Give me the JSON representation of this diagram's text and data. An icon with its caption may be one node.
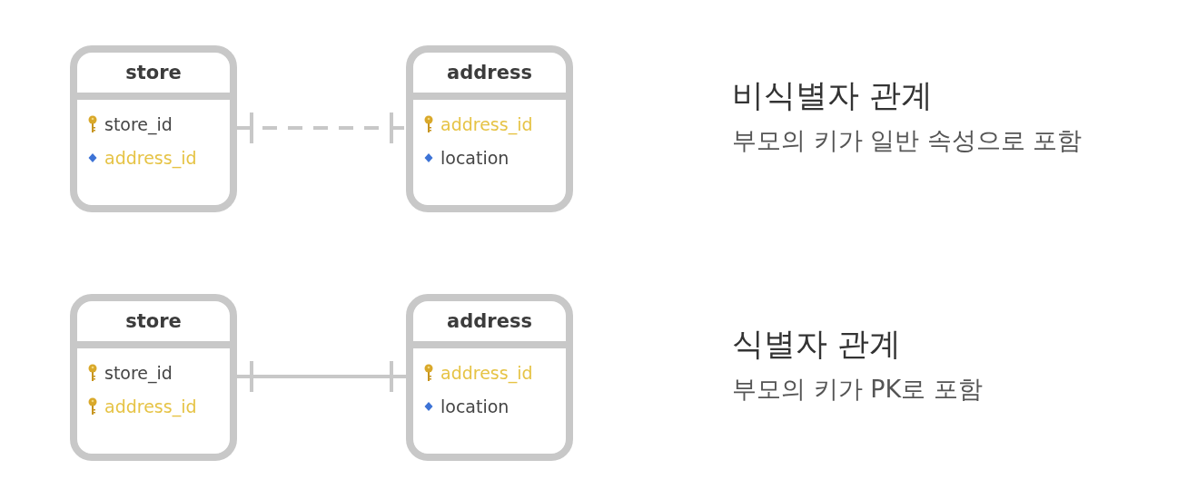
{
  "diagram": {
    "nodes": [
      {
        "text": [
          "store",
          "store_id",
          "address_id"
        ]
      },
      {
        "text": [
          "address",
          "address_id",
          "location"
        ]
      },
      {
        "text": [
          "store",
          "store_id",
          "address_id"
        ]
      },
      {
        "text": [
          "address",
          "address_id",
          "location"
        ]
      }
    ],
    "edges": [
      {
        "from": 0,
        "to": 1,
        "arrow": "other",
        "style": "dashed"
      },
      {
        "from": 2,
        "to": 3,
        "arrow": "other"
      }
    ],
    "labels": [
      "비식별자 관계",
      "부모의 키가 일반 속성으로 포함",
      "식별자 관계",
      "부모의 키가 PK로 포함"
    ]
  }
}
